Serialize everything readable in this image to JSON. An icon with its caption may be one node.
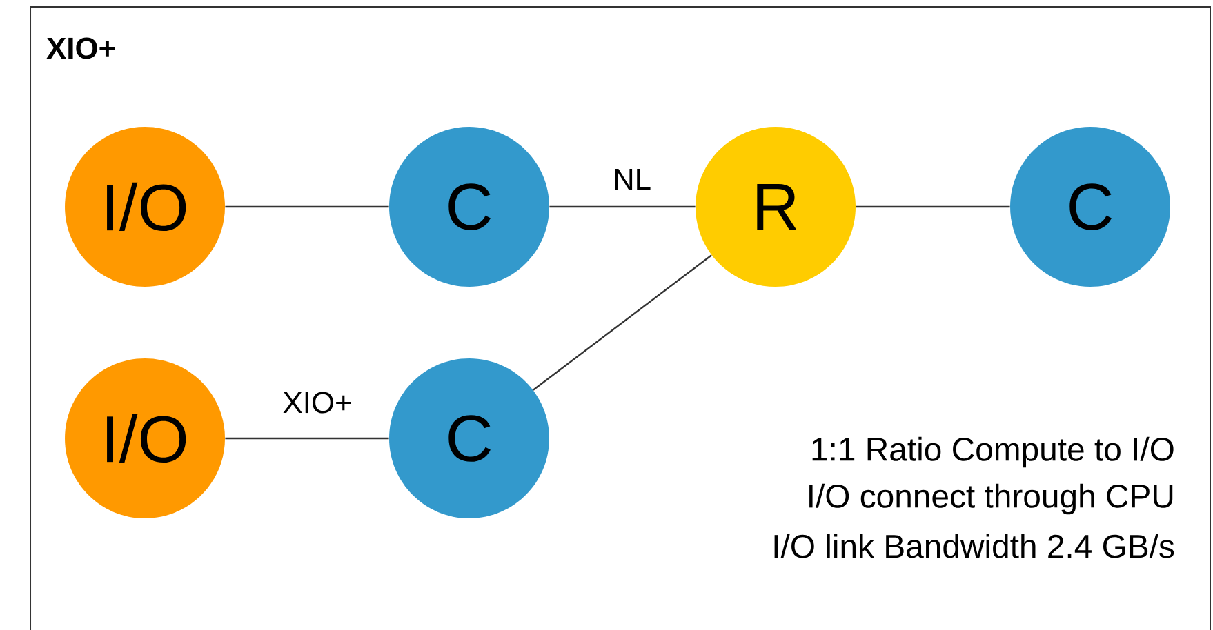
{
  "diagram": {
    "title": "XIO+",
    "nodes": [
      {
        "text": [
          "I/O"
        ]
      },
      {
        "text": [
          "C"
        ]
      },
      {
        "text": [
          "R"
        ]
      },
      {
        "text": [
          "C"
        ]
      },
      {
        "text": [
          "I/O"
        ]
      },
      {
        "text": [
          "C"
        ]
      }
    ],
    "edges": [
      {
        "from": 0,
        "to": 1,
        "arrow": "none"
      },
      {
        "from": 1,
        "to": 2,
        "arrow": "none",
        "label": "NL"
      },
      {
        "from": 2,
        "to": 3,
        "arrow": "none"
      },
      {
        "from": 4,
        "to": 5,
        "arrow": "none",
        "label": "XIO+"
      },
      {
        "from": 5,
        "to": 2,
        "arrow": "none"
      }
    ],
    "labels": [
      "1:1 Ratio Compute to I/O",
      "I/O connect through CPU",
      "I/O link Bandwidth 2.4 GB/s"
    ]
  }
}
